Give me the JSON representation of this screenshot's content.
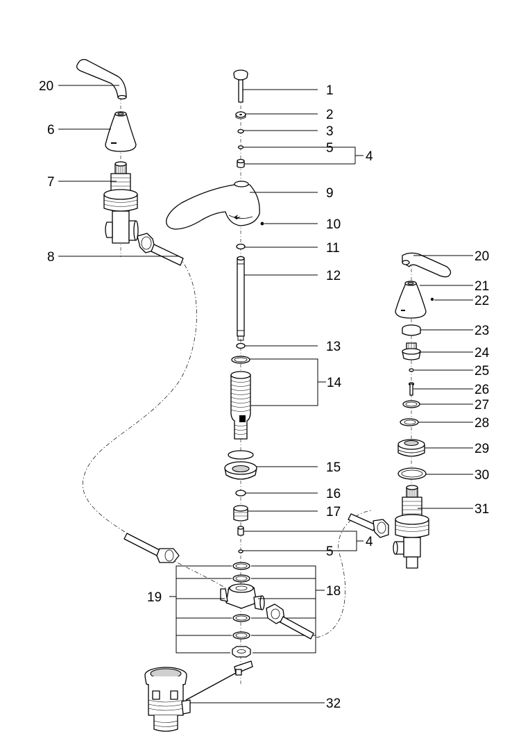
{
  "diagram": {
    "type": "exploded-parts-view",
    "part_labels": [
      {
        "id": "1",
        "text": "1"
      },
      {
        "id": "2",
        "text": "2"
      },
      {
        "id": "3",
        "text": "3"
      },
      {
        "id": "5a",
        "text": "5"
      },
      {
        "id": "4a",
        "text": "4"
      },
      {
        "id": "9",
        "text": "9"
      },
      {
        "id": "10",
        "text": "10"
      },
      {
        "id": "11",
        "text": "11"
      },
      {
        "id": "12",
        "text": "12"
      },
      {
        "id": "13",
        "text": "13"
      },
      {
        "id": "14",
        "text": "14"
      },
      {
        "id": "15",
        "text": "15"
      },
      {
        "id": "16",
        "text": "16"
      },
      {
        "id": "17",
        "text": "17"
      },
      {
        "id": "4b",
        "text": "4"
      },
      {
        "id": "5b",
        "text": "5"
      },
      {
        "id": "18",
        "text": "18"
      },
      {
        "id": "19",
        "text": "19"
      },
      {
        "id": "20a",
        "text": "20"
      },
      {
        "id": "6",
        "text": "6"
      },
      {
        "id": "7",
        "text": "7"
      },
      {
        "id": "8",
        "text": "8"
      },
      {
        "id": "20b",
        "text": "20"
      },
      {
        "id": "21",
        "text": "21"
      },
      {
        "id": "22",
        "text": "22"
      },
      {
        "id": "23",
        "text": "23"
      },
      {
        "id": "24",
        "text": "24"
      },
      {
        "id": "25",
        "text": "25"
      },
      {
        "id": "26",
        "text": "26"
      },
      {
        "id": "27",
        "text": "27"
      },
      {
        "id": "28",
        "text": "28"
      },
      {
        "id": "29",
        "text": "29"
      },
      {
        "id": "30",
        "text": "30"
      },
      {
        "id": "31",
        "text": "31"
      },
      {
        "id": "32",
        "text": "32"
      }
    ]
  }
}
